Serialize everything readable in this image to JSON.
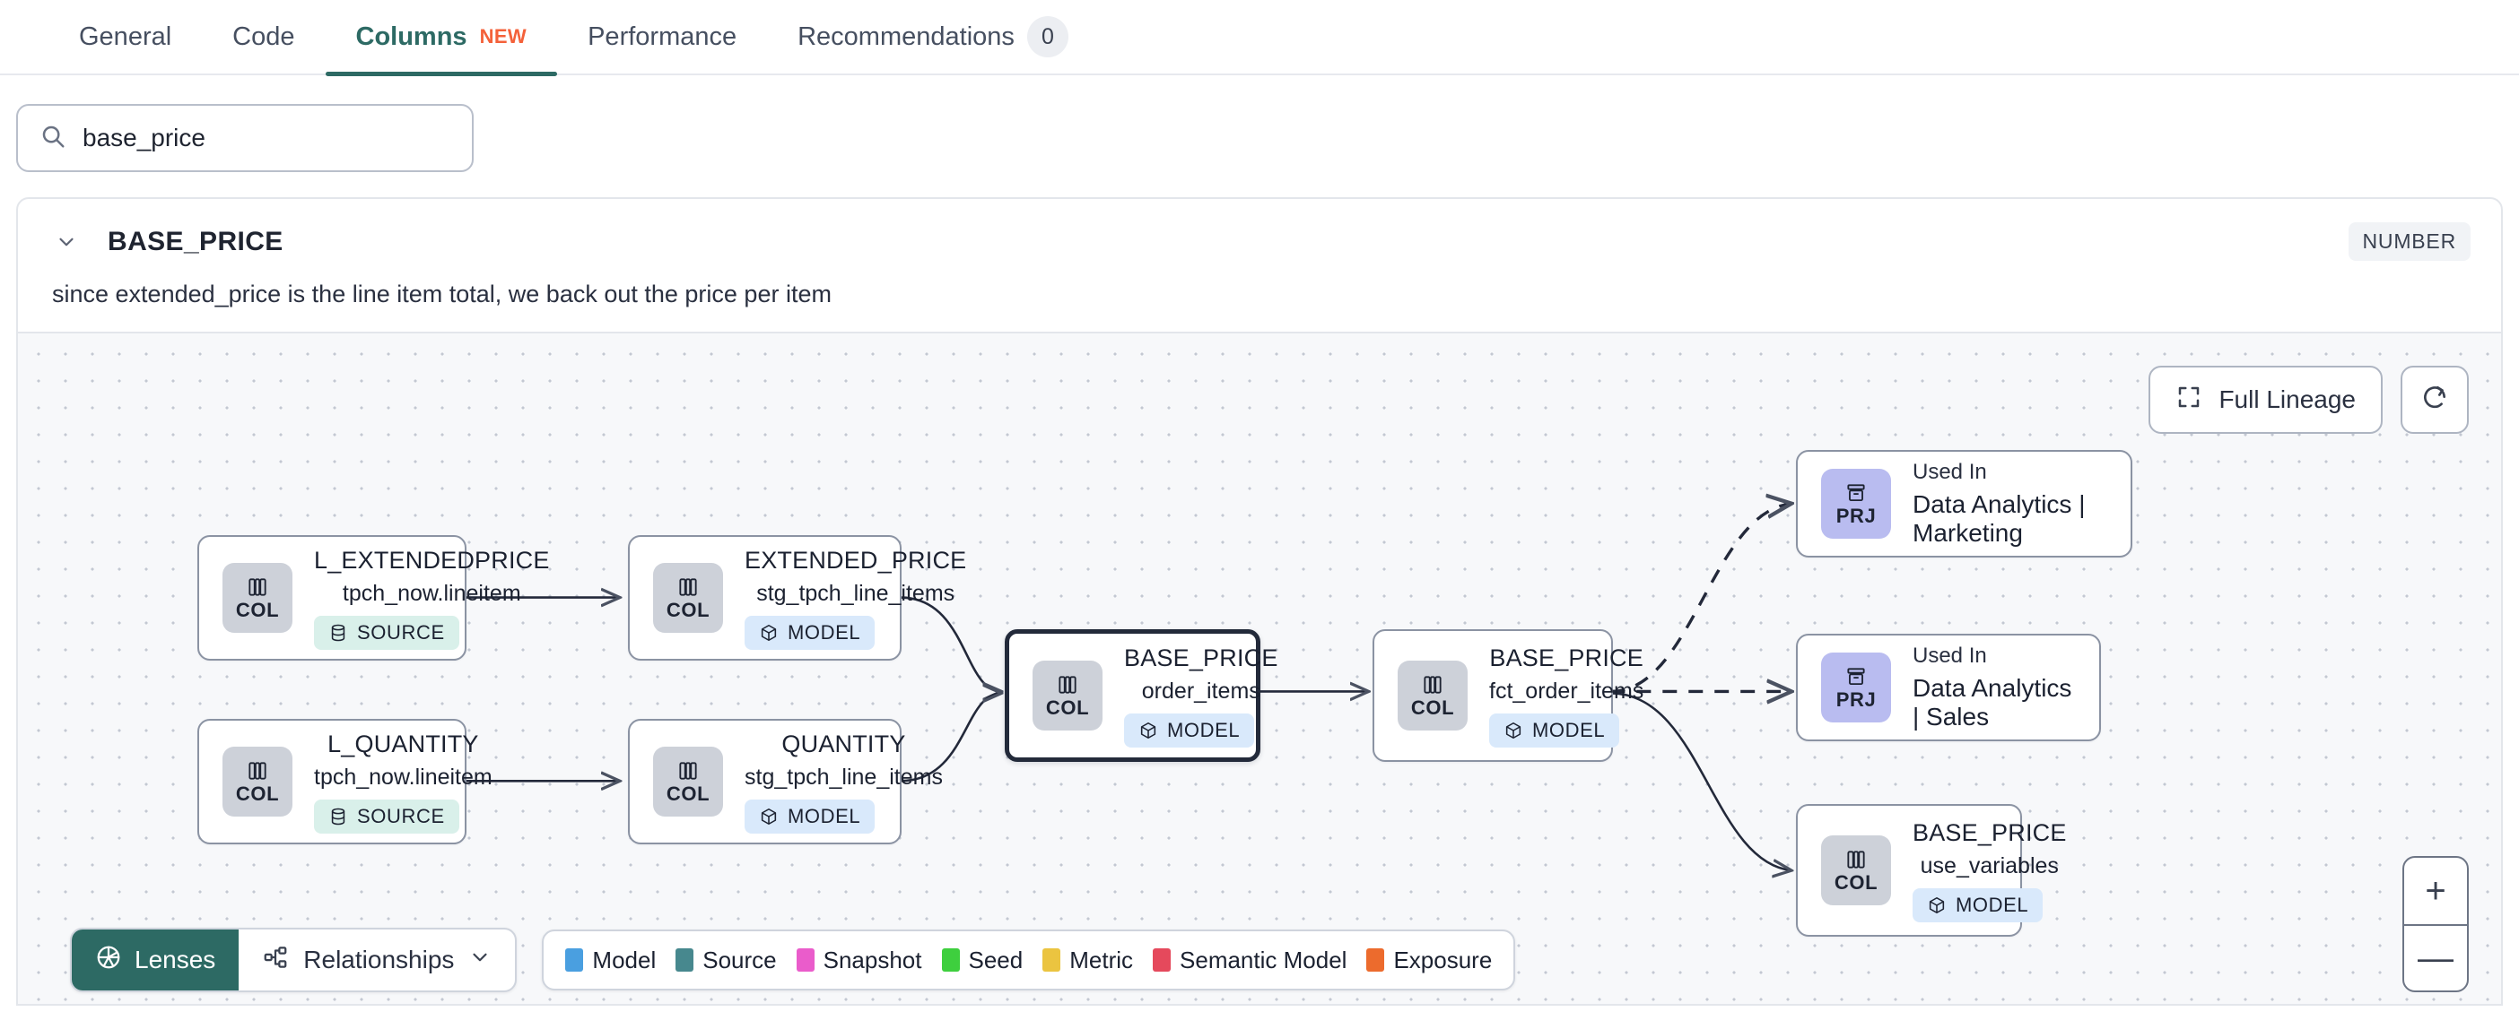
{
  "tabs": [
    {
      "label": "General",
      "active": false
    },
    {
      "label": "Code",
      "active": false
    },
    {
      "label": "Columns",
      "active": true,
      "badge": "NEW"
    },
    {
      "label": "Performance",
      "active": false
    },
    {
      "label": "Recommendations",
      "active": false,
      "count": "0"
    }
  ],
  "search": {
    "value": "base_price",
    "placeholder": "Search columns",
    "icon": "search-icon"
  },
  "column": {
    "name": "BASE_PRICE",
    "type_badge": "NUMBER",
    "description": "since extended_price is the line item total, we back out the price per item",
    "chevron_icon": "chevron-down-icon"
  },
  "canvas_controls": {
    "full_lineage_label": "Full Lineage",
    "full_lineage_icon": "expand-corners-icon",
    "refresh_icon": "refresh-icon",
    "zoom_in_label": "+",
    "zoom_out_label": "—"
  },
  "graph": {
    "nodes": [
      {
        "id": "l_extendedprice",
        "kind": "column",
        "abbr": "COL",
        "icon": "columns-icon",
        "name": "L_EXTENDEDPRICE",
        "sub": "tpch_now.lineitem",
        "pill": "SOURCE",
        "pill_kind": "source",
        "pill_icon": "database-icon",
        "selected": false
      },
      {
        "id": "l_quantity",
        "kind": "column",
        "abbr": "COL",
        "icon": "columns-icon",
        "name": "L_QUANTITY",
        "sub": "tpch_now.lineitem",
        "pill": "SOURCE",
        "pill_kind": "source",
        "pill_icon": "database-icon",
        "selected": false
      },
      {
        "id": "extended_price",
        "kind": "column",
        "abbr": "COL",
        "icon": "columns-icon",
        "name": "EXTENDED_PRICE",
        "sub": "stg_tpch_line_items",
        "pill": "MODEL",
        "pill_kind": "model",
        "pill_icon": "cube-icon",
        "selected": false
      },
      {
        "id": "quantity",
        "kind": "column",
        "abbr": "COL",
        "icon": "columns-icon",
        "name": "QUANTITY",
        "sub": "stg_tpch_line_items",
        "pill": "MODEL",
        "pill_kind": "model",
        "pill_icon": "cube-icon",
        "selected": false
      },
      {
        "id": "base_price_order_items",
        "kind": "column",
        "abbr": "COL",
        "icon": "columns-icon",
        "name": "BASE_PRICE",
        "sub": "order_items",
        "pill": "MODEL",
        "pill_kind": "model",
        "pill_icon": "cube-icon",
        "selected": true
      },
      {
        "id": "base_price_fct",
        "kind": "column",
        "abbr": "COL",
        "icon": "columns-icon",
        "name": "BASE_PRICE",
        "sub": "fct_order_items",
        "pill": "MODEL",
        "pill_kind": "model",
        "pill_icon": "cube-icon",
        "selected": false
      },
      {
        "id": "base_price_use_variables",
        "kind": "column",
        "abbr": "COL",
        "icon": "columns-icon",
        "name": "BASE_PRICE",
        "sub": "use_variables",
        "pill": "MODEL",
        "pill_kind": "model",
        "pill_icon": "cube-icon",
        "selected": false
      },
      {
        "id": "prj_marketing",
        "kind": "project",
        "abbr": "PRJ",
        "icon": "archive-box-icon",
        "used_in": "Used In",
        "name": "Data Analytics | Marketing",
        "selected": false
      },
      {
        "id": "prj_sales",
        "kind": "project",
        "abbr": "PRJ",
        "icon": "archive-box-icon",
        "used_in": "Used In",
        "name": "Data Analytics | Sales",
        "selected": false
      }
    ]
  },
  "toolbar": {
    "lenses_label": "Lenses",
    "lenses_icon": "aperture-icon",
    "relationships_label": "Relationships",
    "relationships_icon": "hierarchy-icon",
    "relationships_chevron": "chevron-down-icon"
  },
  "legend": [
    {
      "label": "Model",
      "color": "#4a9fe0"
    },
    {
      "label": "Source",
      "color": "#47888e"
    },
    {
      "label": "Snapshot",
      "color": "#ea5ccb"
    },
    {
      "label": "Seed",
      "color": "#3ecf3e"
    },
    {
      "label": "Metric",
      "color": "#ebc440"
    },
    {
      "label": "Semantic Model",
      "color": "#e5495c"
    },
    {
      "label": "Exposure",
      "color": "#ec6b2d"
    }
  ],
  "colors": {
    "accent": "#2d6a64",
    "new_badge": "#f4613a",
    "col_badge_bg": "#cdd1d9",
    "prj_badge_bg": "#b9bcf0",
    "source_pill_bg": "#d9f0ea",
    "model_pill_bg": "#d9e9fb"
  }
}
